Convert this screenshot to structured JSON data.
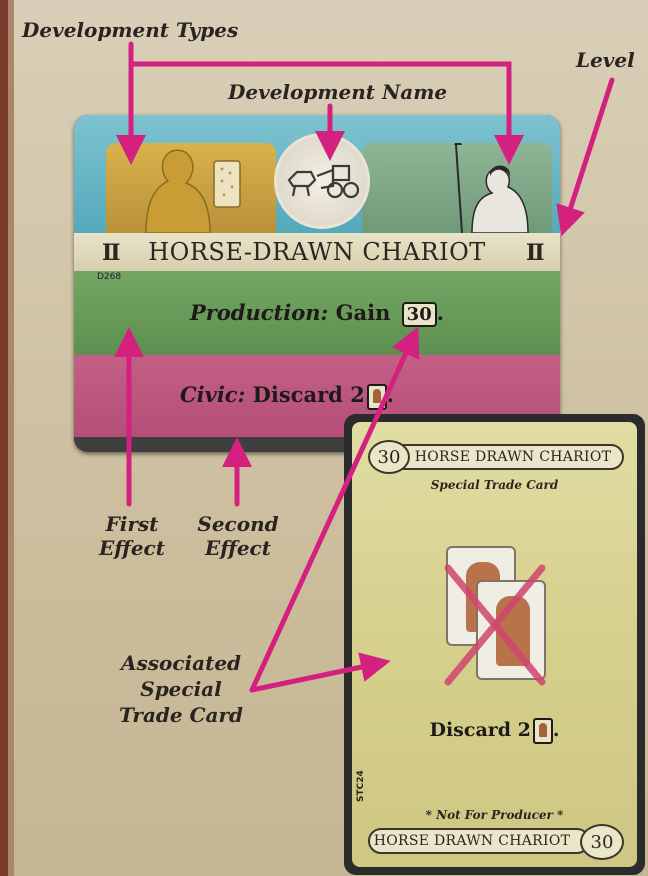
{
  "annotations": {
    "development_types": "Development Types",
    "development_name": "Development Name",
    "level": "Level",
    "first_effect_line1": "First",
    "first_effect_line2": "Effect",
    "second_effect_line1": "Second",
    "second_effect_line2": "Effect",
    "associated_line1": "Associated",
    "associated_line2": "Special",
    "associated_line3": "Trade Card"
  },
  "development_card": {
    "title": "HORSE-DRAWN CHARIOT",
    "level_mark": "II",
    "code": "D268",
    "production_label": "Production:",
    "production_text": "Gain",
    "production_value": "30",
    "civic_label": "Civic:",
    "civic_text": "Discard 2",
    "punct": "."
  },
  "trade_card": {
    "cost": "30",
    "title": "HORSE DRAWN CHARIOT",
    "subtitle": "Special Trade Card",
    "effect_text": "Discard 2",
    "punct": ".",
    "note": "* Not For Producer *",
    "code": "STC24",
    "bottom_title": "HORSE DRAWN CHARIOT",
    "bottom_cost": "30"
  },
  "colors": {
    "arrow": "#d4217f",
    "production": "#5d9050",
    "civic": "#b34f78",
    "top_banner": "#55a9bb",
    "trade_card": "#d6d08d"
  },
  "icons": [
    "woman-with-tablet-icon",
    "horse-chariot-icon",
    "warrior-with-spear-icon",
    "worker-icon"
  ]
}
